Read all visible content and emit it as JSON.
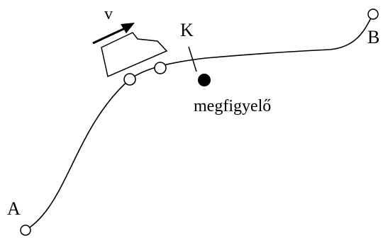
{
  "diagram": {
    "labels": {
      "start_point": "A",
      "end_point": "B",
      "point_k": "K",
      "velocity": "v",
      "observer": "megfigyelő"
    },
    "colors": {
      "line": "#000000",
      "observer_fill": "#000000",
      "endpoint_fill": "#ffffff",
      "background": "#ffffff"
    }
  }
}
